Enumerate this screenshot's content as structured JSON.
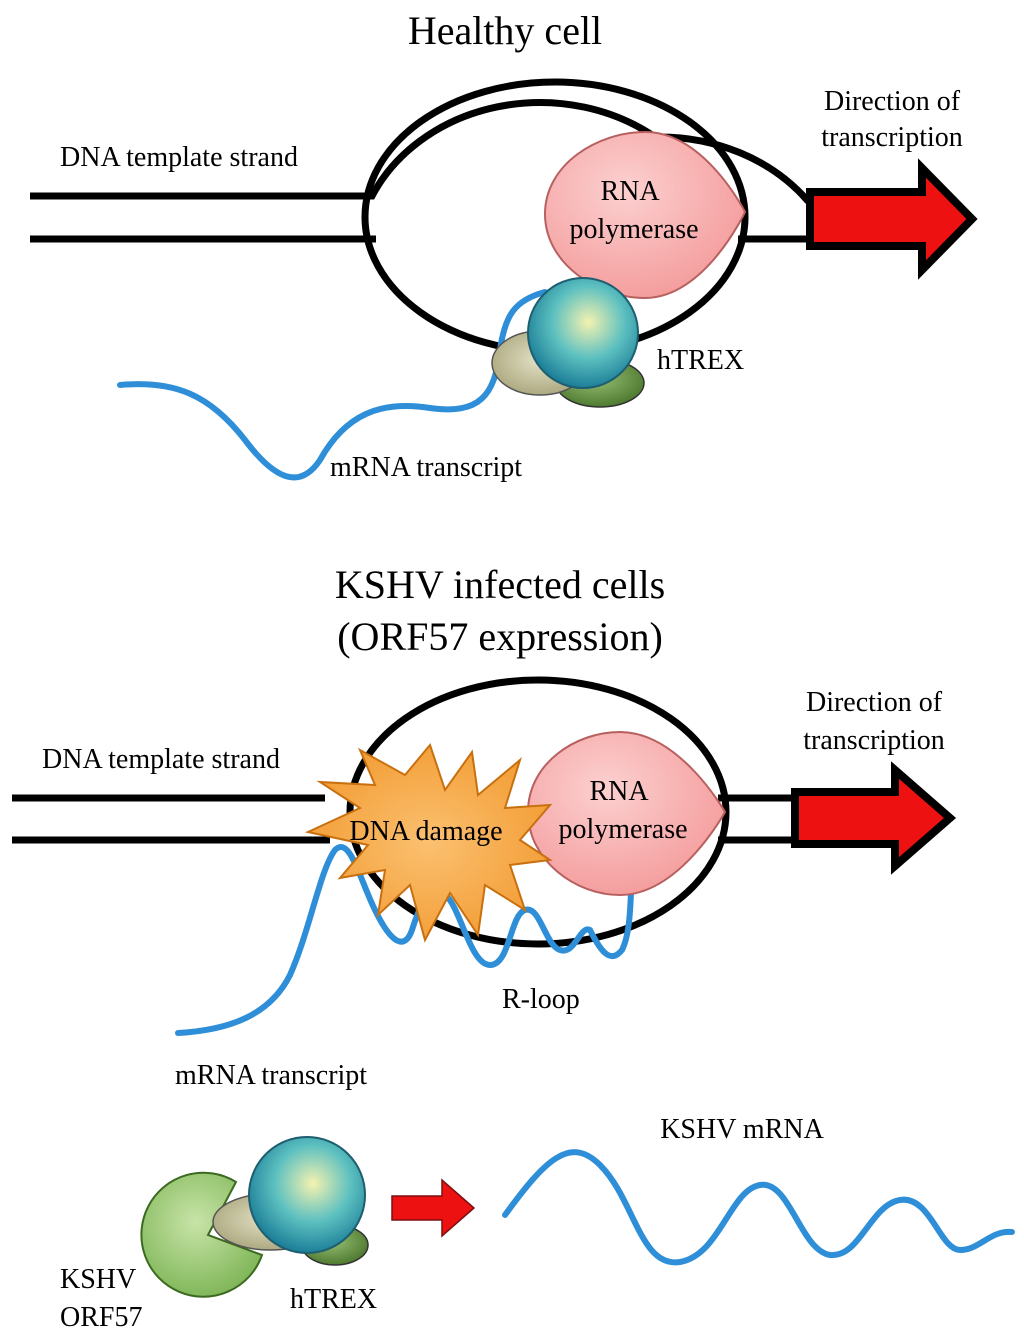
{
  "top": {
    "title": "Healthy cell",
    "dna_label": "DNA template strand",
    "direction_line1": "Direction of",
    "direction_line2": "transcription",
    "polymerase_line1": "RNA",
    "polymerase_line2": "polymerase",
    "htrex_label": "hTREX",
    "mrna_label": "mRNA transcript"
  },
  "middle": {
    "title_line1": "KSHV infected cells",
    "title_line2": "(ORF57 expression)",
    "dna_label": "DNA template strand",
    "direction_line1": "Direction of",
    "direction_line2": "transcription",
    "damage_label": "DNA damage",
    "polymerase_line1": "RNA",
    "polymerase_line2": "polymerase",
    "rloop_label": "R-loop",
    "mrna_label": "mRNA transcript"
  },
  "bottom": {
    "kshv_mrna_label": "KSHV mRNA",
    "orf57_line1": "KSHV",
    "orf57_line2": "ORF57",
    "htrex_label": "hTREX"
  },
  "colors": {
    "rna_strand": "#2e8fd8",
    "polymerase": "#f8a8a8",
    "arrow": "#ee1111",
    "damage": "#f7a640",
    "htrex_teal": "#2a9ab0",
    "htrex_olive": "#b8b48a",
    "htrex_dark": "#5c8a3c",
    "orf57": "#8fc46a"
  }
}
